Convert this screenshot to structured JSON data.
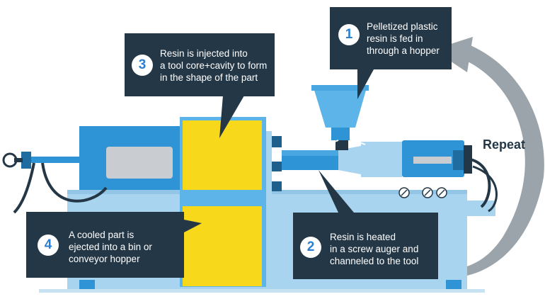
{
  "steps": [
    {
      "number": "1",
      "text": "Pelletized plastic\nresin is fed in\nthrough a hopper"
    },
    {
      "number": "2",
      "text": "Resin is heated\nin a screw auger and\nchanneled to the tool"
    },
    {
      "number": "3",
      "text": "Resin is injected into\na tool core+cavity to form\nin the shape of the part"
    },
    {
      "number": "4",
      "text": "A cooled part is\nejected into a bin or\nconveyor hopper"
    }
  ],
  "repeat_label": "Repeat",
  "colors": {
    "callout_bg": "#243746",
    "machine_light": "#a9d4ef",
    "machine_mid": "#5db4e8",
    "machine_blue": "#2f94d6",
    "tool_yellow": "#f7d81a",
    "arrow_gray": "#9aa4aa",
    "badge_text": "#2a7fd4"
  }
}
